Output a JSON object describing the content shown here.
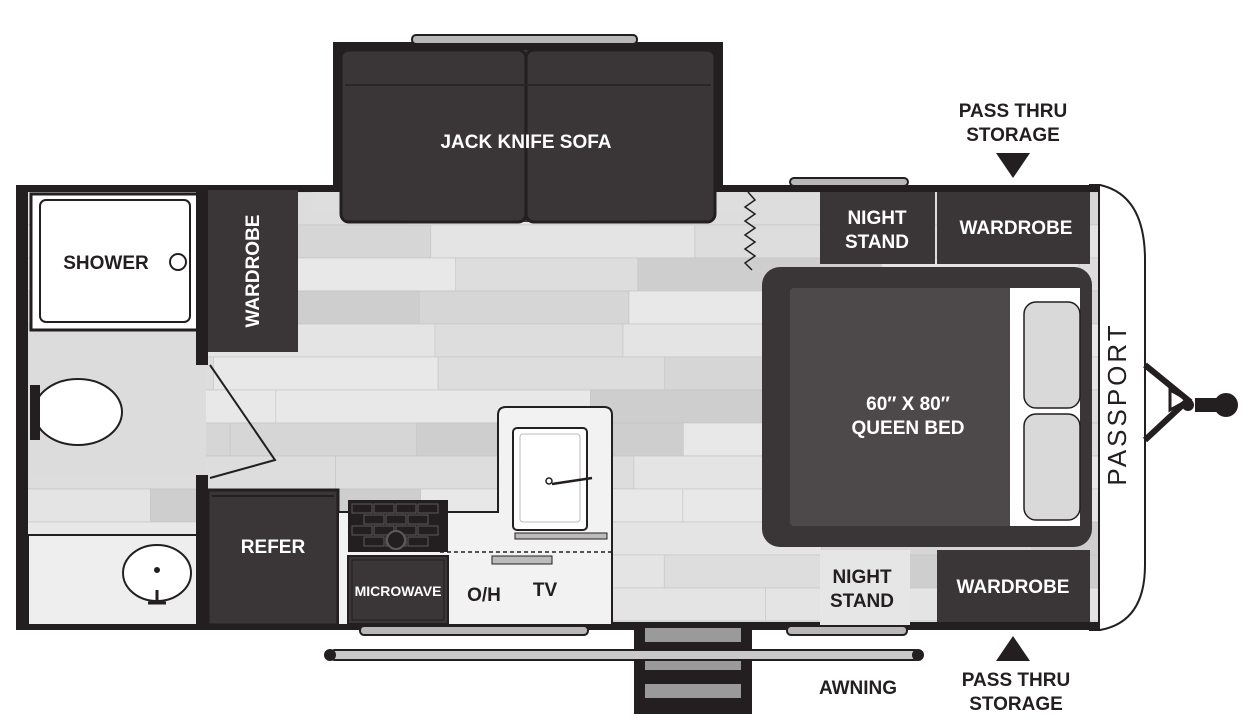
{
  "labels": {
    "jack_knife_sofa": "JACK KNIFE SOFA",
    "shower": "SHOWER",
    "wardrobe_bath": "WARDROBE",
    "night_stand_top": [
      "NIGHT",
      "STAND"
    ],
    "wardrobe_top": "WARDROBE",
    "pass_thru_top": [
      "PASS THRU",
      "STORAGE"
    ],
    "bed": [
      "60″ X 80″",
      "QUEEN BED"
    ],
    "refer": "REFER",
    "microwave": "MICROWAVE",
    "oh": "O/H",
    "tv": "TV",
    "night_stand_bottom": [
      "NIGHT",
      "STAND"
    ],
    "wardrobe_bottom": "WARDROBE",
    "pass_thru_bottom": [
      "PASS THRU",
      "STORAGE"
    ],
    "awning": "AWNING"
  },
  "brand": {
    "name": "PASSPORT"
  },
  "colors": {
    "wall": "#231f20",
    "cabinet": "#3a3537",
    "bed_mattress": "#4d494b",
    "floor": "#dcdcdc",
    "floor_plank": "#cfcfcf",
    "fixture": "#ffffff",
    "pillow": "#d9d9d9"
  }
}
